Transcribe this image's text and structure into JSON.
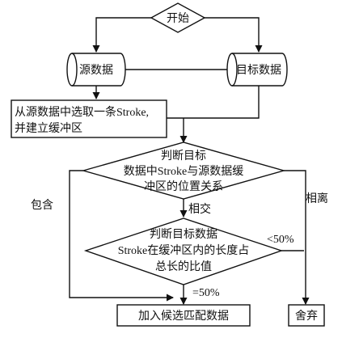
{
  "nodes": {
    "start": "开始",
    "source_data": "源数据",
    "target_data": "目标数据",
    "select_stroke": [
      "从源数据中选取一条Stroke,",
      "并建立缓冲区"
    ],
    "judge_position": [
      "判断目标",
      "数据中Stroke与源数据缓",
      "冲区的位置关系"
    ],
    "judge_ratio": [
      "判断目标数据",
      "Stroke在缓冲区内的长度占",
      "总长的比值"
    ],
    "add_candidate": "加入候选匹配数据",
    "discard": "舍弃"
  },
  "edges": {
    "contains": "包含",
    "intersects": "相交",
    "disjoint": "相离",
    "less_than_50": "<50%",
    "equal_50": "=50%"
  }
}
